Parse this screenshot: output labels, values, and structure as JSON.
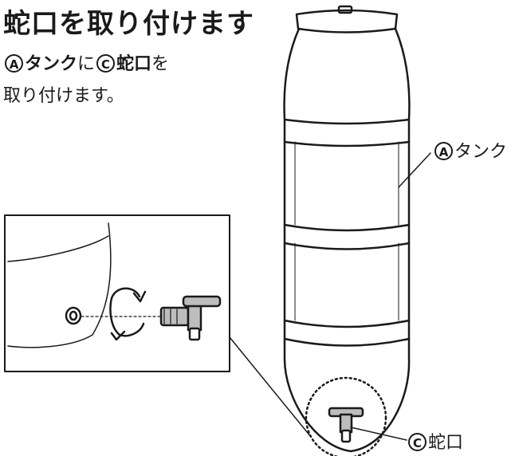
{
  "title": "蛇口を取り付けます",
  "instruction": {
    "marker_a": "A",
    "tank": "タンク",
    "particle_ni": "に",
    "marker_c": "C",
    "faucet": "蛇口",
    "particle_wo": "を",
    "line2": "取り付けます。"
  },
  "labels": {
    "tank_marker": "A",
    "tank_label": "タンク",
    "faucet_marker": "C",
    "faucet_label": "蛇口"
  },
  "colors": {
    "ink": "#1a1a1a",
    "background": "#ffffff"
  }
}
